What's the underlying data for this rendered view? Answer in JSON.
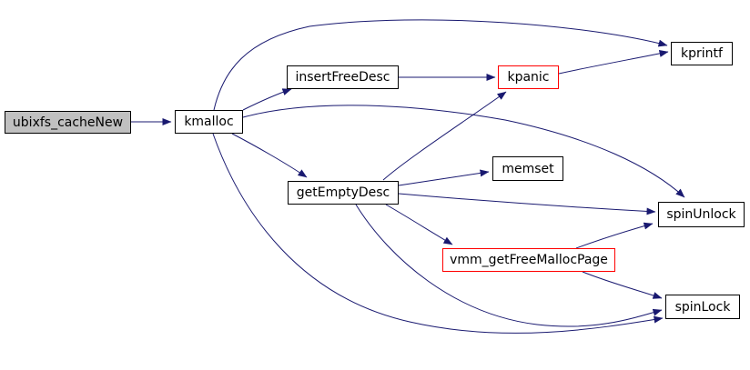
{
  "diagram": {
    "type": "call-graph",
    "colors": {
      "background": "#ffffff",
      "edge": "#191970",
      "node_border": "#000000",
      "node_fill": "#ffffff",
      "root_node_fill": "#c0c0c0",
      "highlight_border": "#ff0000",
      "text": "#000000"
    },
    "nodes": [
      {
        "id": "ubixfs_cacheNew",
        "label": "ubixfs_cacheNew",
        "style": "root"
      },
      {
        "id": "kmalloc",
        "label": "kmalloc",
        "style": "default"
      },
      {
        "id": "insertFreeDesc",
        "label": "insertFreeDesc",
        "style": "default"
      },
      {
        "id": "kpanic",
        "label": "kpanic",
        "style": "highlight"
      },
      {
        "id": "kprintf",
        "label": "kprintf",
        "style": "default"
      },
      {
        "id": "getEmptyDesc",
        "label": "getEmptyDesc",
        "style": "default"
      },
      {
        "id": "memset",
        "label": "memset",
        "style": "default"
      },
      {
        "id": "spinUnlock",
        "label": "spinUnlock",
        "style": "default"
      },
      {
        "id": "vmm_getFreeMallocPage",
        "label": "vmm_getFreeMallocPage",
        "style": "highlight"
      },
      {
        "id": "spinLock",
        "label": "spinLock",
        "style": "default"
      }
    ],
    "edges": [
      {
        "from": "ubixfs_cacheNew",
        "to": "kmalloc"
      },
      {
        "from": "kmalloc",
        "to": "insertFreeDesc"
      },
      {
        "from": "kmalloc",
        "to": "kprintf"
      },
      {
        "from": "kmalloc",
        "to": "getEmptyDesc"
      },
      {
        "from": "kmalloc",
        "to": "spinUnlock"
      },
      {
        "from": "kmalloc",
        "to": "spinLock"
      },
      {
        "from": "insertFreeDesc",
        "to": "kpanic"
      },
      {
        "from": "kpanic",
        "to": "kprintf"
      },
      {
        "from": "getEmptyDesc",
        "to": "kpanic"
      },
      {
        "from": "getEmptyDesc",
        "to": "memset"
      },
      {
        "from": "getEmptyDesc",
        "to": "spinUnlock"
      },
      {
        "from": "getEmptyDesc",
        "to": "vmm_getFreeMallocPage"
      },
      {
        "from": "getEmptyDesc",
        "to": "spinLock"
      },
      {
        "from": "vmm_getFreeMallocPage",
        "to": "spinUnlock"
      },
      {
        "from": "vmm_getFreeMallocPage",
        "to": "spinLock"
      }
    ]
  }
}
